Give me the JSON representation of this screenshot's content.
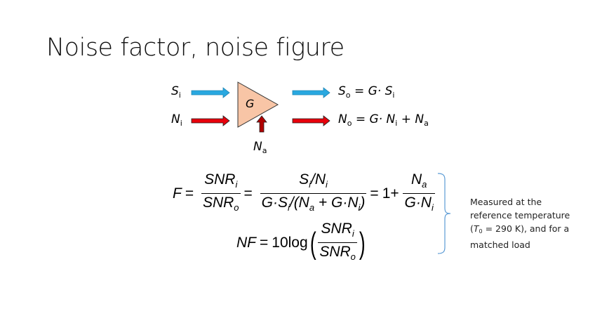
{
  "slide": {
    "title": "Noise factor, noise figure"
  },
  "diagram": {
    "amplifier_label": "G",
    "input_signal": {
      "symbol": "S",
      "subscript": "i"
    },
    "input_noise": {
      "symbol": "N",
      "subscript": "i"
    },
    "added_noise": {
      "symbol": "N",
      "subscript": "a"
    },
    "output_signal_eq": {
      "lhs": "S",
      "lhs_sub": "o",
      "rhs": "= G· S",
      "rhs_sub": "i"
    },
    "output_noise_eq": {
      "lhs": "N",
      "lhs_sub": "o",
      "rhs1": "= G· N",
      "rhs1_sub": "i",
      "rhs2": "+ N",
      "rhs2_sub": "a"
    },
    "colors": {
      "signal_arrow": "#29a8e0",
      "noise_arrow": "#e8000b",
      "added_noise_arrow": "#b00000",
      "amplifier_fill": "#f8c5a6"
    }
  },
  "equations": {
    "F": {
      "lhs": "F",
      "eq": "=",
      "frac1_num": "SNR",
      "frac1_num_sub": "i",
      "frac1_den": "SNR",
      "frac1_den_sub": "o",
      "frac2_num": "S",
      "frac2_num_sub1": "i",
      "frac2_num_mid": "/N",
      "frac2_num_sub2": "i",
      "frac2_den": "G·S",
      "frac2_den_sub1": "i",
      "frac2_den_mid": "/(N",
      "frac2_den_sub2": "a",
      "frac2_den_mid2": " + G·N",
      "frac2_den_sub3": "i",
      "frac2_den_end": ")",
      "one_plus": "1+",
      "frac3_num": "N",
      "frac3_num_sub": "a",
      "frac3_den": "G·N",
      "frac3_den_sub": "i"
    },
    "NF": {
      "lhs": "NF",
      "eq": "=",
      "ten_log": "10log",
      "num": "SNR",
      "num_sub": "i",
      "den": "SNR",
      "den_sub": "o"
    }
  },
  "note": {
    "line1": "Measured at the",
    "line2": "reference temperature",
    "line3_pre": "(T",
    "line3_sub": "0",
    "line3_post": " = 290 K), and for a",
    "line4": "matched load"
  }
}
